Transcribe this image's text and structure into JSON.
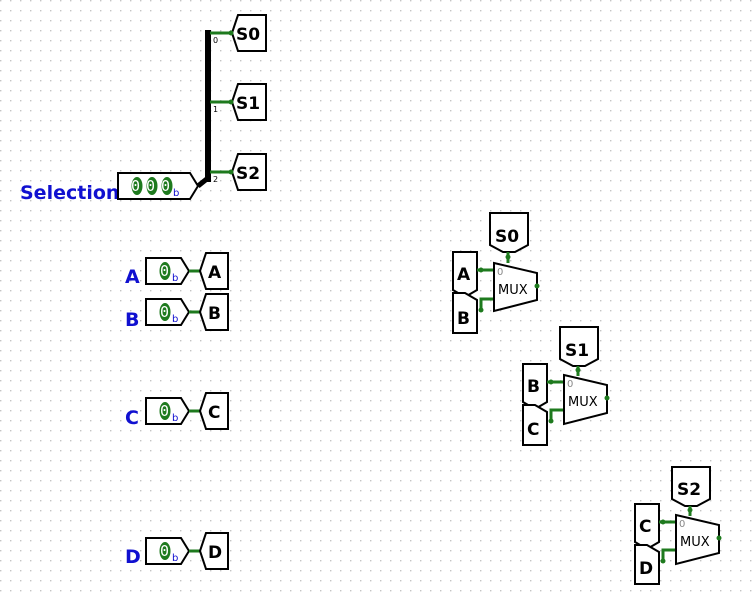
{
  "selection": {
    "label": "Selection",
    "value": "000",
    "radix": "b",
    "tunnels": [
      "S0",
      "S1",
      "S2"
    ],
    "splitter_indices": [
      "0",
      "1",
      "2"
    ]
  },
  "inputs": [
    {
      "label": "A",
      "value": "0",
      "radix": "b",
      "tunnel": "A"
    },
    {
      "label": "B",
      "value": "0",
      "radix": "b",
      "tunnel": "B"
    },
    {
      "label": "C",
      "value": "0",
      "radix": "b",
      "tunnel": "C"
    },
    {
      "label": "D",
      "value": "0",
      "radix": "b",
      "tunnel": "D"
    }
  ],
  "muxes": [
    {
      "sel": "S0",
      "in0": "A",
      "in1": "B",
      "label": "MUX",
      "sel_mark": "0"
    },
    {
      "sel": "S1",
      "in0": "B",
      "in1": "C",
      "label": "MUX",
      "sel_mark": "0"
    },
    {
      "sel": "S2",
      "in0": "C",
      "in1": "D",
      "label": "MUX",
      "sel_mark": "0"
    }
  ],
  "colors": {
    "wire": "#1e7a1e",
    "bus": "#000000",
    "label_blue": "#1010d0",
    "pin_fill": "#1e7a1e",
    "grid_dot": "#c4c4c4"
  }
}
